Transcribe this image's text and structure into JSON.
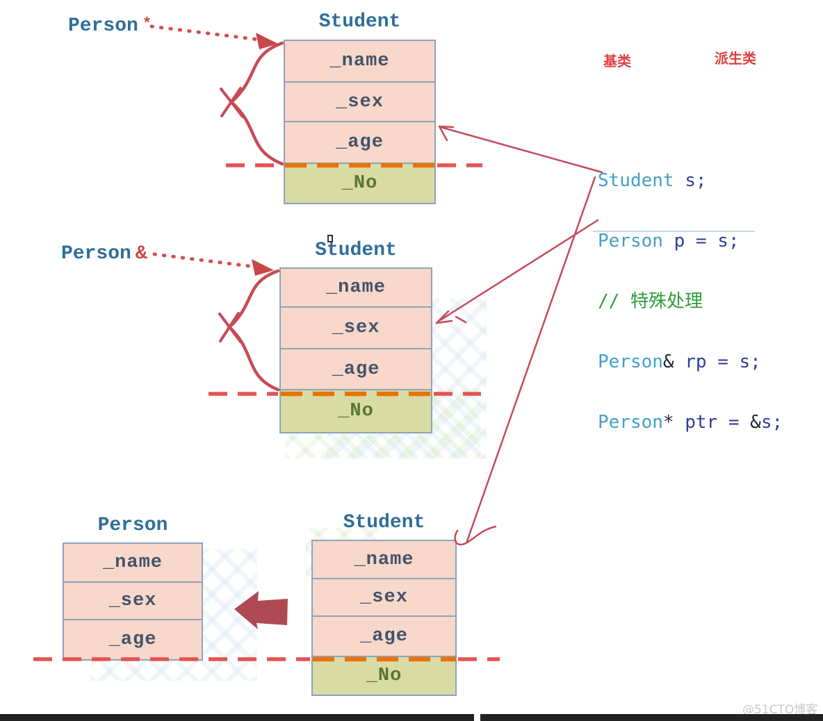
{
  "row1": {
    "pointer_label": "Person",
    "pointer_symbol": "*",
    "box": {
      "title": "Student",
      "fields": [
        "_name",
        "_sex",
        "_age"
      ],
      "base_field": "_No"
    }
  },
  "row2": {
    "pointer_label": "Person",
    "pointer_symbol": "&",
    "box": {
      "title": "Student",
      "fields": [
        "_name",
        "_sex",
        "_age"
      ],
      "base_field": "_No"
    }
  },
  "row3": {
    "person_box": {
      "title": "Person",
      "fields": [
        "_name",
        "_sex",
        "_age"
      ]
    },
    "student_box": {
      "title": "Student",
      "fields": [
        "_name",
        "_sex",
        "_age"
      ],
      "base_field": "_No"
    }
  },
  "legend": {
    "base": "基类",
    "derived": "派生类"
  },
  "code": {
    "line1": {
      "kw": "Student",
      "rest": " s;"
    },
    "line2": {
      "kw": "Person",
      "rest": " p = s;"
    },
    "line3": {
      "comment": "// 特殊处理"
    },
    "line4": {
      "kw": "Person",
      "op": "&",
      "rest": " rp = s;"
    },
    "line5": {
      "kw": "Person",
      "op": "*",
      "mid": " ptr = ",
      "op2": "&",
      "end": "s;"
    }
  },
  "footer": {
    "watermark": "@51CTO博客"
  },
  "colors": {
    "cell_pink": "#F8D8CA",
    "cell_green": "#D8DCA4",
    "box_border": "#8EA2BB",
    "title_blue": "#2E6E98",
    "field_text": "#44536B",
    "no_field_text": "#5C7530",
    "hand_red": "#C74B57",
    "dash_red": "#E65252",
    "dash_orange": "#E8730B",
    "legend_red": "#E23E3E",
    "code_keyword": "#459FC6",
    "code_plain": "#2F3E97",
    "code_comment": "#2E9C3C",
    "block_arrow_red": "#AF4A55"
  }
}
